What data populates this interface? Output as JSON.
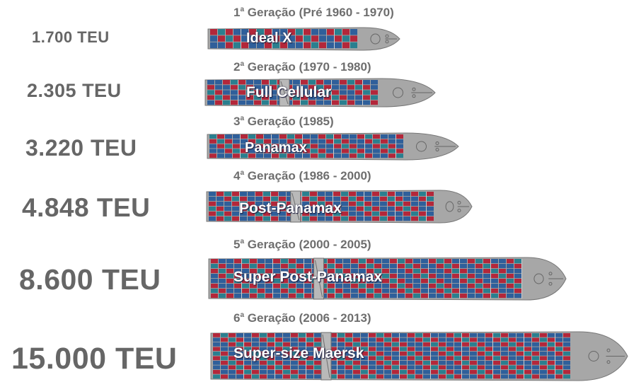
{
  "rows": [
    {
      "capacity": "1.700 TEU",
      "gen_num": "1",
      "gen_sup": "a",
      "gen_text": "Geração (Pré 1960 - 1970)",
      "ship_name": "Ideal X"
    },
    {
      "capacity": "2.305 TEU",
      "gen_num": "2",
      "gen_sup": "a",
      "gen_text": "Geração (1970 - 1980)",
      "ship_name": "Full Cellular"
    },
    {
      "capacity": "3.220 TEU",
      "gen_num": "3",
      "gen_sup": "a",
      "gen_text": "Geração (1985)",
      "ship_name": "Panamax"
    },
    {
      "capacity": "4.848 TEU",
      "gen_num": "4",
      "gen_sup": "a",
      "gen_text": "Geração (1986 - 2000)",
      "ship_name": "Post-Panamax"
    },
    {
      "capacity": "8.600 TEU",
      "gen_num": "5",
      "gen_sup": "a",
      "gen_text": "Geração (2000 - 2005)",
      "ship_name": "Super Post-Panamax"
    },
    {
      "capacity": "15.000 TEU",
      "gen_num": "6",
      "gen_sup": "a",
      "gen_text": "Geração (2006 - 2013)",
      "ship_name": "Super-size Maersk"
    }
  ],
  "colors": {
    "container_red": "#b3273a",
    "container_blue": "#2f5f9a",
    "container_teal": "#2a7f8f",
    "hull_gray": "#a7a7a7",
    "text_gray": "#666666"
  }
}
